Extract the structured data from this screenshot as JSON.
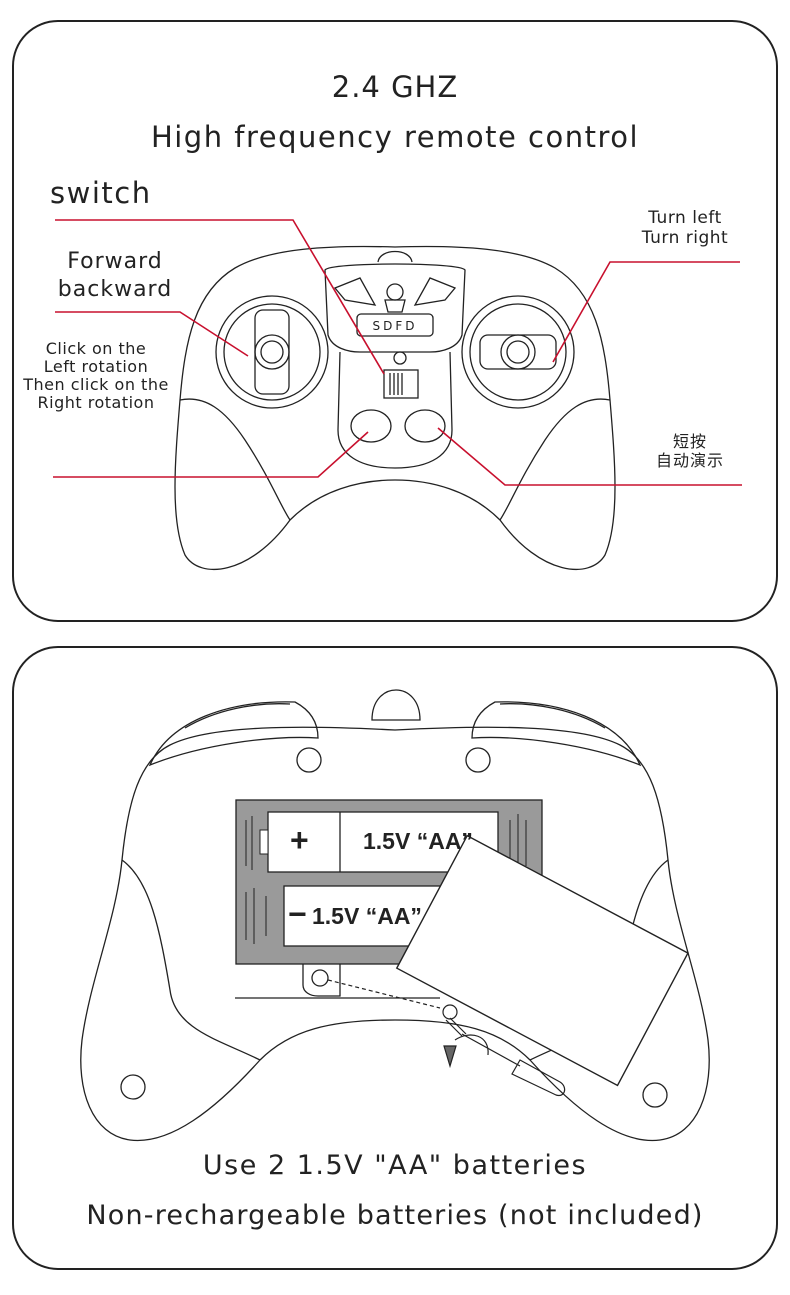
{
  "top": {
    "title_frequency": "2.4 GHZ",
    "title_main": "High frequency remote control",
    "label_switch": "switch",
    "label_forward": "Forward",
    "label_backward": "backward",
    "label_click_1": "Click on the",
    "label_click_2": "Left rotation",
    "label_click_3": "Then click on the",
    "label_click_4": "Right rotation",
    "label_turn_left": "Turn left",
    "label_turn_right": "Turn right",
    "label_short_press": "短按",
    "label_auto_demo": "自动演示",
    "logo_text": "SDFD"
  },
  "bottom": {
    "battery_top_label": "1.5V “AA”",
    "battery_bottom_label": "1.5V “AA”",
    "battery_plus": "+",
    "battery_minus": "−",
    "note_line1": "Use 2 1.5V \"AA\" batteries",
    "note_line2": "Non-rechargeable batteries (not included)"
  },
  "colors": {
    "callout_line": "#c8102e",
    "outline": "#222222",
    "battery_compartment": "#9a9a9a"
  }
}
